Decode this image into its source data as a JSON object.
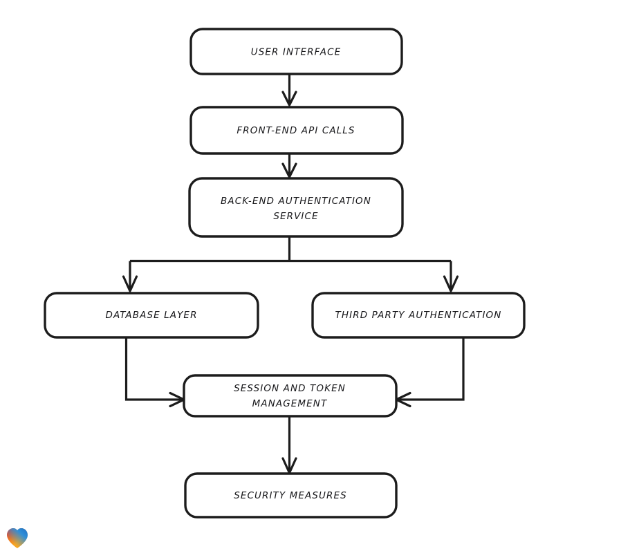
{
  "diagram": {
    "title": "Authentication Architecture Flowchart",
    "style": "hand-drawn",
    "background_color": "#ffffff",
    "stroke_color": "#1c1c1c",
    "node_fill": "#ffffff",
    "nodes": [
      {
        "id": "user-interface",
        "label": "USER INTERFACE",
        "lines": [
          "USER INTERFACE"
        ]
      },
      {
        "id": "front-end-api-calls",
        "label": "FRONT-END API CALLS",
        "lines": [
          "FRONT-END API CALLS"
        ]
      },
      {
        "id": "back-end-authentication-service",
        "label": "BACK-END AUTHENTICATION SERVICE",
        "lines": [
          "BACK-END AUTHENTICATION",
          "SERVICE"
        ]
      },
      {
        "id": "database-layer",
        "label": "DATABASE LAYER",
        "lines": [
          "DATABASE LAYER"
        ]
      },
      {
        "id": "third-party-authentication",
        "label": "THIRD PARTY AUTHENTICATION",
        "lines": [
          "THIRD PARTY AUTHENTICATION"
        ]
      },
      {
        "id": "session-and-token-management",
        "label": "SESSION AND TOKEN MANAGEMENT",
        "lines": [
          "SESSION AND TOKEN",
          "MANAGEMENT"
        ]
      },
      {
        "id": "security-measures",
        "label": "SECURITY MEASURES",
        "lines": [
          "SECURITY MEASURES"
        ]
      }
    ],
    "edges": [
      {
        "from": "user-interface",
        "to": "front-end-api-calls"
      },
      {
        "from": "front-end-api-calls",
        "to": "back-end-authentication-service"
      },
      {
        "from": "back-end-authentication-service",
        "to": "database-layer"
      },
      {
        "from": "back-end-authentication-service",
        "to": "third-party-authentication"
      },
      {
        "from": "database-layer",
        "to": "session-and-token-management"
      },
      {
        "from": "third-party-authentication",
        "to": "session-and-token-management"
      },
      {
        "from": "session-and-token-management",
        "to": "security-measures"
      }
    ]
  },
  "watermark": {
    "name": "heart-icon",
    "colors": [
      "#e8262a",
      "#f07a1f",
      "#f5a623",
      "#2f8fd8",
      "#1f6fc4"
    ]
  }
}
